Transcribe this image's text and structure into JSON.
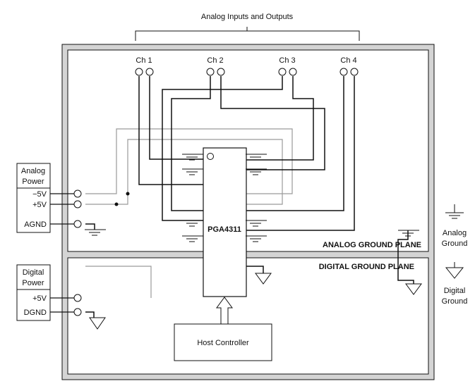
{
  "header": {
    "title": "Analog Inputs and Outputs"
  },
  "channels": [
    "Ch 1",
    "Ch 2",
    "Ch 3",
    "Ch 4"
  ],
  "analog_power": {
    "title_line1": "Analog",
    "title_line2": "Power",
    "minus5v": "−5V",
    "plus5v": "+5V",
    "agnd": "AGND"
  },
  "digital_power": {
    "title_line1": "Digital",
    "title_line2": "Power",
    "plus5v": "+5V",
    "dgnd": "DGND"
  },
  "chip": {
    "label": "PGA4311"
  },
  "planes": {
    "analog": "ANALOG GROUND PLANE",
    "digital": "DIGITAL GROUND PLANE"
  },
  "host": {
    "label": "Host Controller"
  },
  "legend": {
    "analog_line1": "Analog",
    "analog_line2": "Ground",
    "digital_line1": "Digital",
    "digital_line2": "Ground"
  },
  "colors": {
    "line": "#111111",
    "gray_trace": "#9a9a9a",
    "board_fill": "#d4d4d4"
  }
}
